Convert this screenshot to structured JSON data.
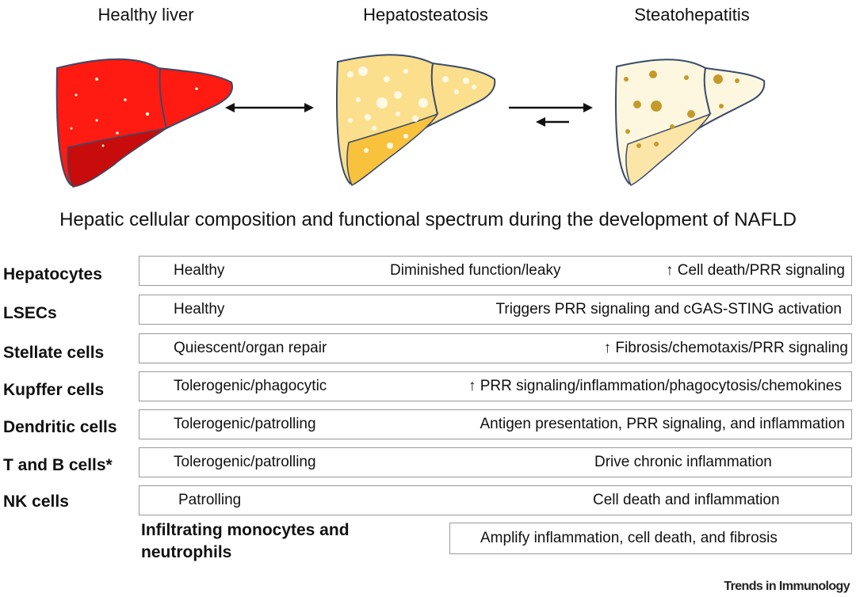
{
  "stages": {
    "healthy": "Healthy liver",
    "steatosis": "Hepatosteatosis",
    "steatohepatitis": "Steatohepatitis"
  },
  "colors": {
    "healthy_main": "#ff1a12",
    "healthy_lower": "#c80c0c",
    "steatosis_main": "#fbdf8c",
    "steatosis_lower": "#f8c23c",
    "steatohepatitis_main": "#fdf7e0",
    "steatohepatitis_lower": "#fbe6a8",
    "fibrosis_dots": "#c59a2a",
    "outline": "#3a4a6a"
  },
  "main_title": "Hepatic cellular composition and functional spectrum during the development of NAFLD",
  "rows": [
    {
      "label": "Hepatocytes",
      "cols": [
        "Healthy",
        "Diminished function/leaky",
        "↑ Cell death/PRR signaling"
      ]
    },
    {
      "label": "LSECs",
      "cols": [
        "Healthy",
        "",
        "Triggers PRR signaling and cGAS-STING activation"
      ]
    },
    {
      "label": "Stellate cells",
      "cols": [
        "Quiescent/organ repair",
        "",
        "↑ Fibrosis/chemotaxis/PRR signaling"
      ]
    },
    {
      "label": "Kupffer cells",
      "cols": [
        "Tolerogenic/phagocytic",
        "",
        "↑ PRR signaling/inflammation/phagocytosis/chemokines"
      ]
    },
    {
      "label": "Dendritic cells",
      "cols": [
        "Tolerogenic/patrolling",
        "",
        "Antigen presentation, PRR signaling, and inflammation"
      ]
    },
    {
      "label": "T and B cells*",
      "cols": [
        "Tolerogenic/patrolling",
        "",
        "Drive chronic inflammation"
      ]
    },
    {
      "label": "NK cells",
      "cols": [
        "Patrolling",
        "",
        "Cell death and inflammation"
      ]
    }
  ],
  "infiltrating": {
    "label_line1": "Infiltrating monocytes and",
    "label_line2": "neutrophils",
    "text": "Amplify inflammation, cell death, and fibrosis"
  },
  "credit": "Trends in Immunology"
}
